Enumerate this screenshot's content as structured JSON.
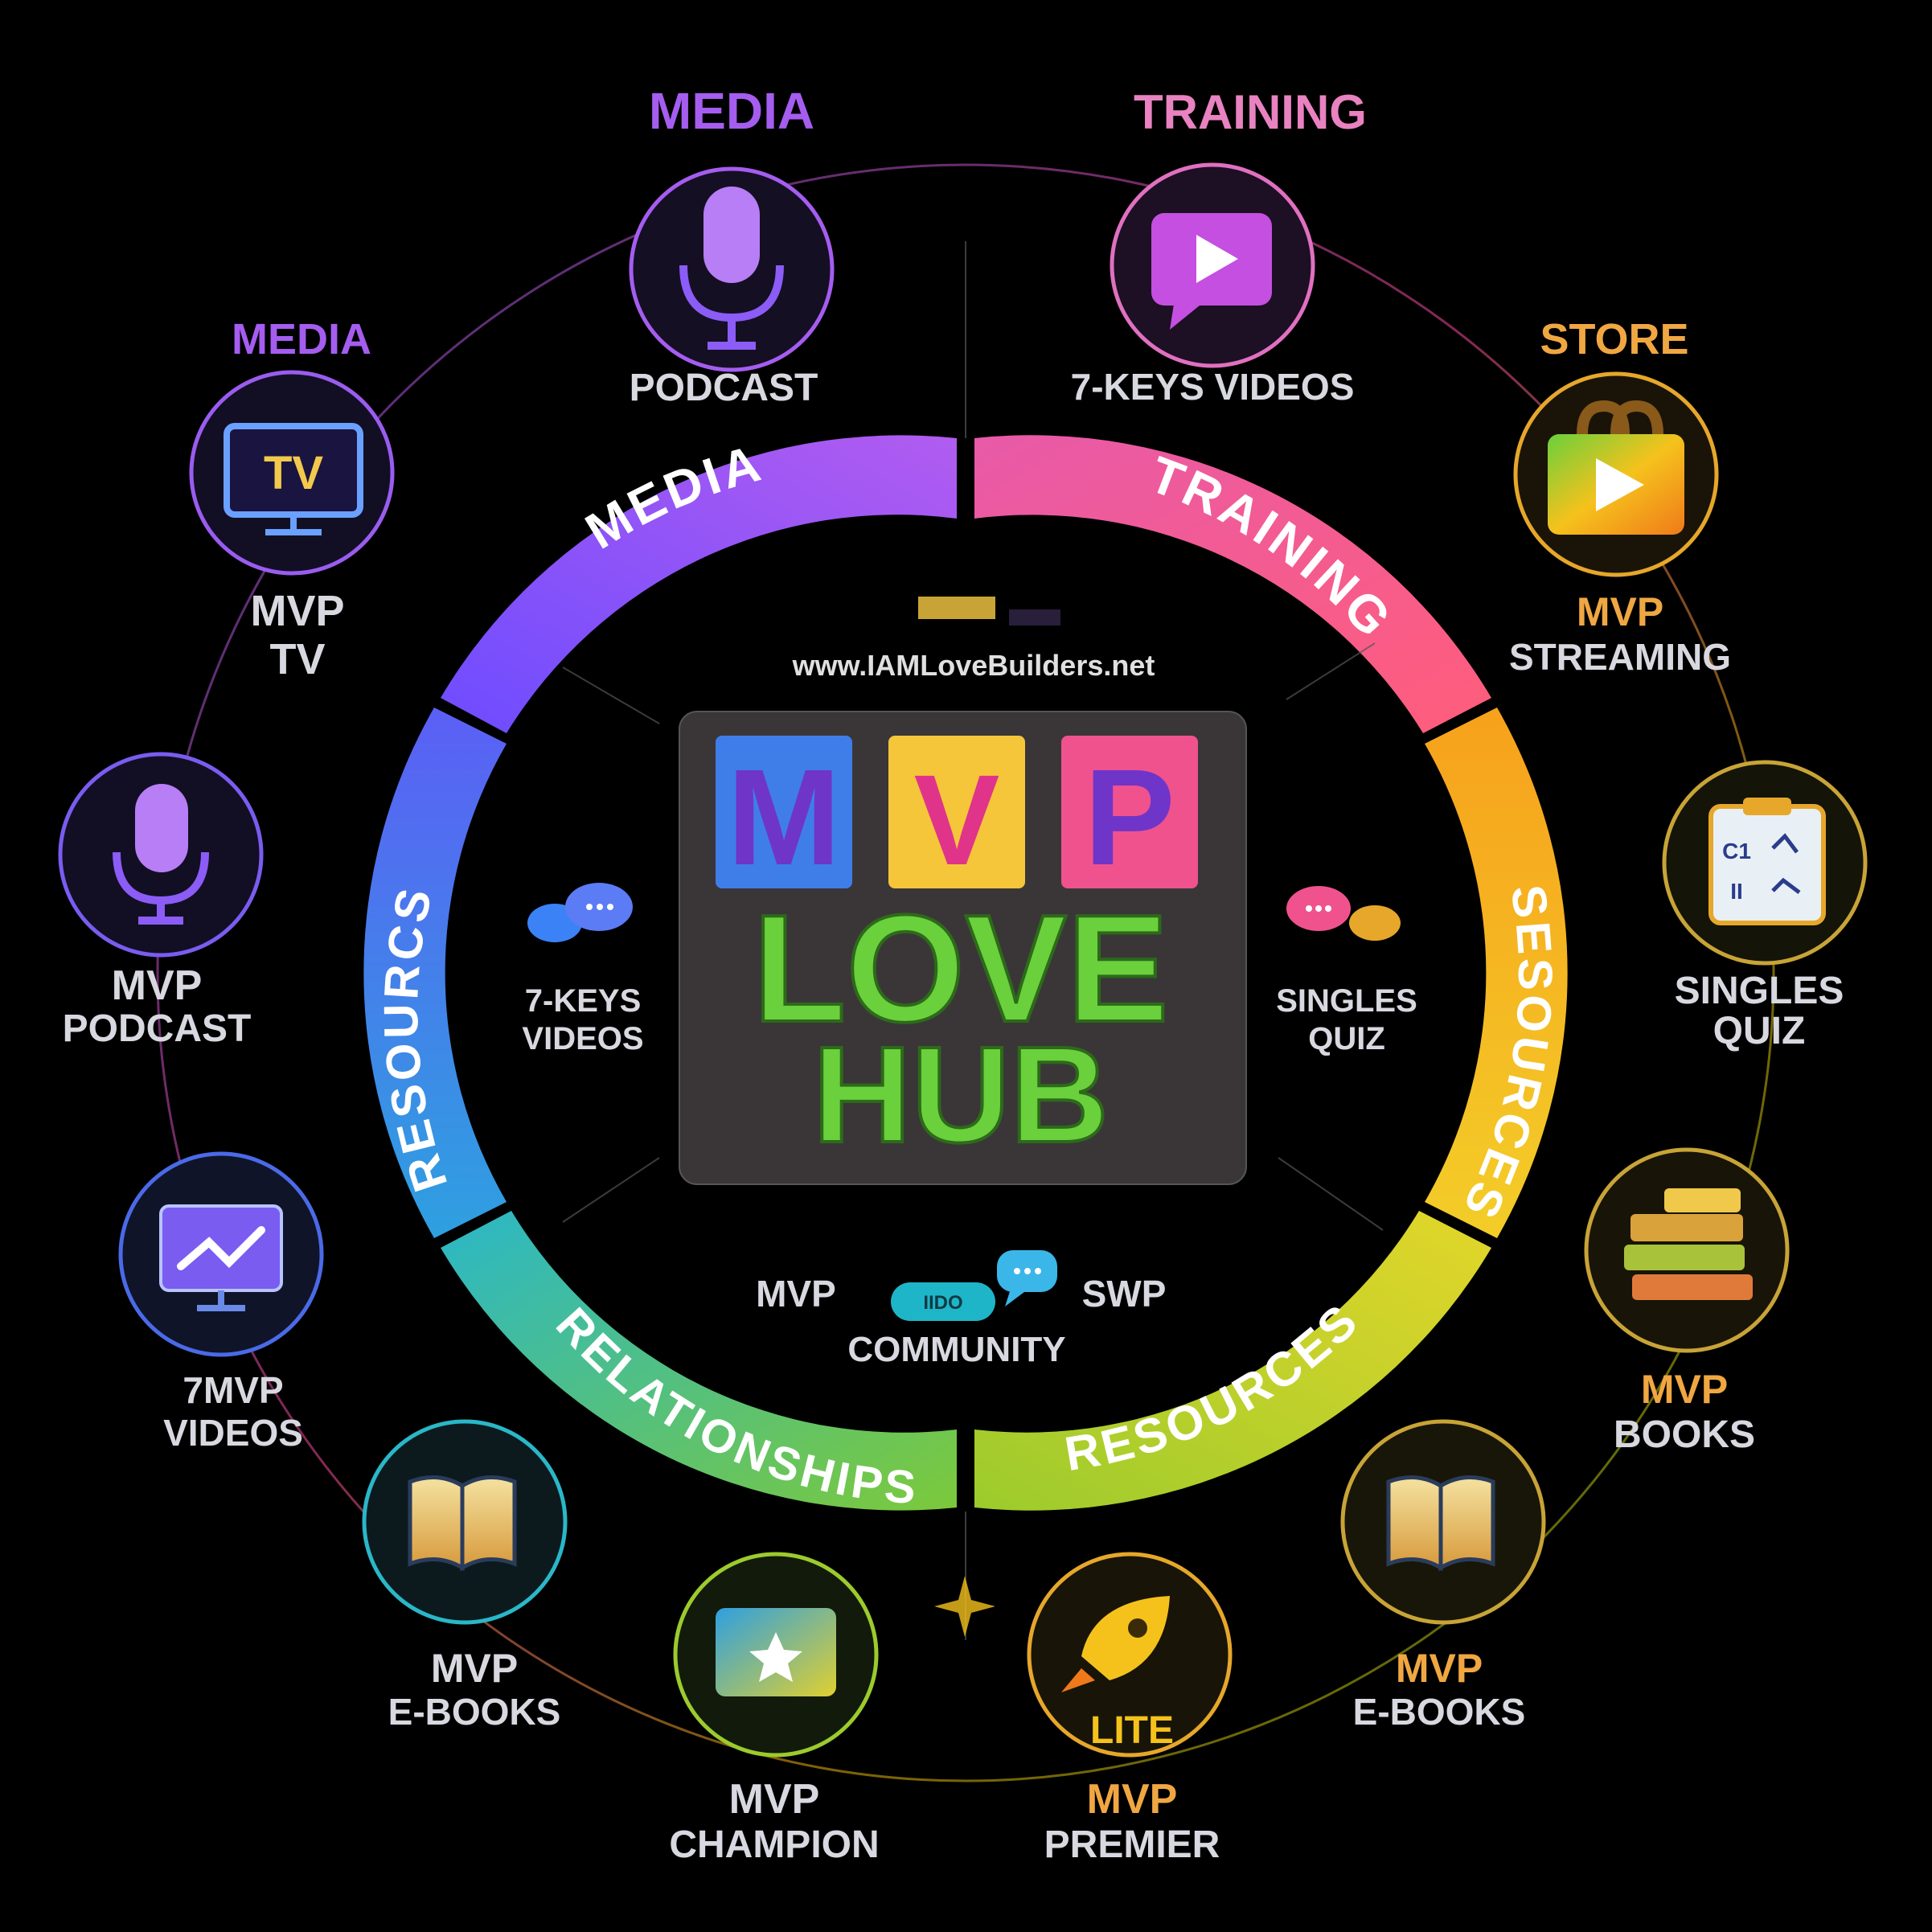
{
  "hub": {
    "website": "www.IAMLoveBuilders.net",
    "logo_letters": [
      "M",
      "V",
      "P"
    ],
    "logo_line1": "LOVE",
    "logo_line2": "HUB"
  },
  "ring_segments": [
    {
      "label": "MEDIA"
    },
    {
      "label": "TRAINING"
    },
    {
      "label": "SESOURCES"
    },
    {
      "label": "RESOURCES"
    },
    {
      "label": "RELATIONSHIPS"
    },
    {
      "label": "RESOURCS"
    }
  ],
  "inner_items": {
    "left": {
      "line1": "7-KEYS",
      "line2": "VIDEOS"
    },
    "right": {
      "line1": "SINGLES",
      "line2": "QUIZ"
    },
    "bottom": {
      "left": "MVP",
      "pill": "IIDO",
      "right": "SWP",
      "caption": "COMMUNITY"
    }
  },
  "nodes": {
    "media_top": {
      "header": "MEDIA",
      "line1": "PODCAST"
    },
    "training": {
      "header": "TRAINING",
      "line1": "7-KEYS VIDEOS"
    },
    "media_tv": {
      "header": "MEDIA",
      "tv_text": "TV",
      "line1": "MVP",
      "line2": "TV"
    },
    "store": {
      "header": "STORE",
      "line1": "MVP",
      "line2": "STREAMING"
    },
    "mvp_podcast": {
      "line1": "MVP",
      "line2": "PODCAST"
    },
    "singles_quiz": {
      "line1": "SINGLES",
      "line2": "QUIZ"
    },
    "mvp_videos": {
      "line1": "7MVP",
      "line2": "VIDEOS"
    },
    "mvp_books": {
      "line1": "MVP",
      "line2": "BOOKS"
    },
    "ebooks_left": {
      "line1": "MVP",
      "line2": "E-BOOKS"
    },
    "ebooks_right": {
      "line1": "MVP",
      "line2": "E-BOOKS"
    },
    "champion": {
      "line1": "MVP",
      "line2": "CHAMPION"
    },
    "premier": {
      "badge": "LITE",
      "line1": "MVP",
      "line2": "PREMIER"
    }
  },
  "colors": {
    "purple": "#8b5cf6",
    "pink": "#ec4899",
    "orange": "#f59e0b",
    "yellow": "#eab308",
    "green": "#84cc16",
    "teal": "#14b8a6",
    "blue": "#3b82f6",
    "logo_green": "#6ad03c"
  }
}
